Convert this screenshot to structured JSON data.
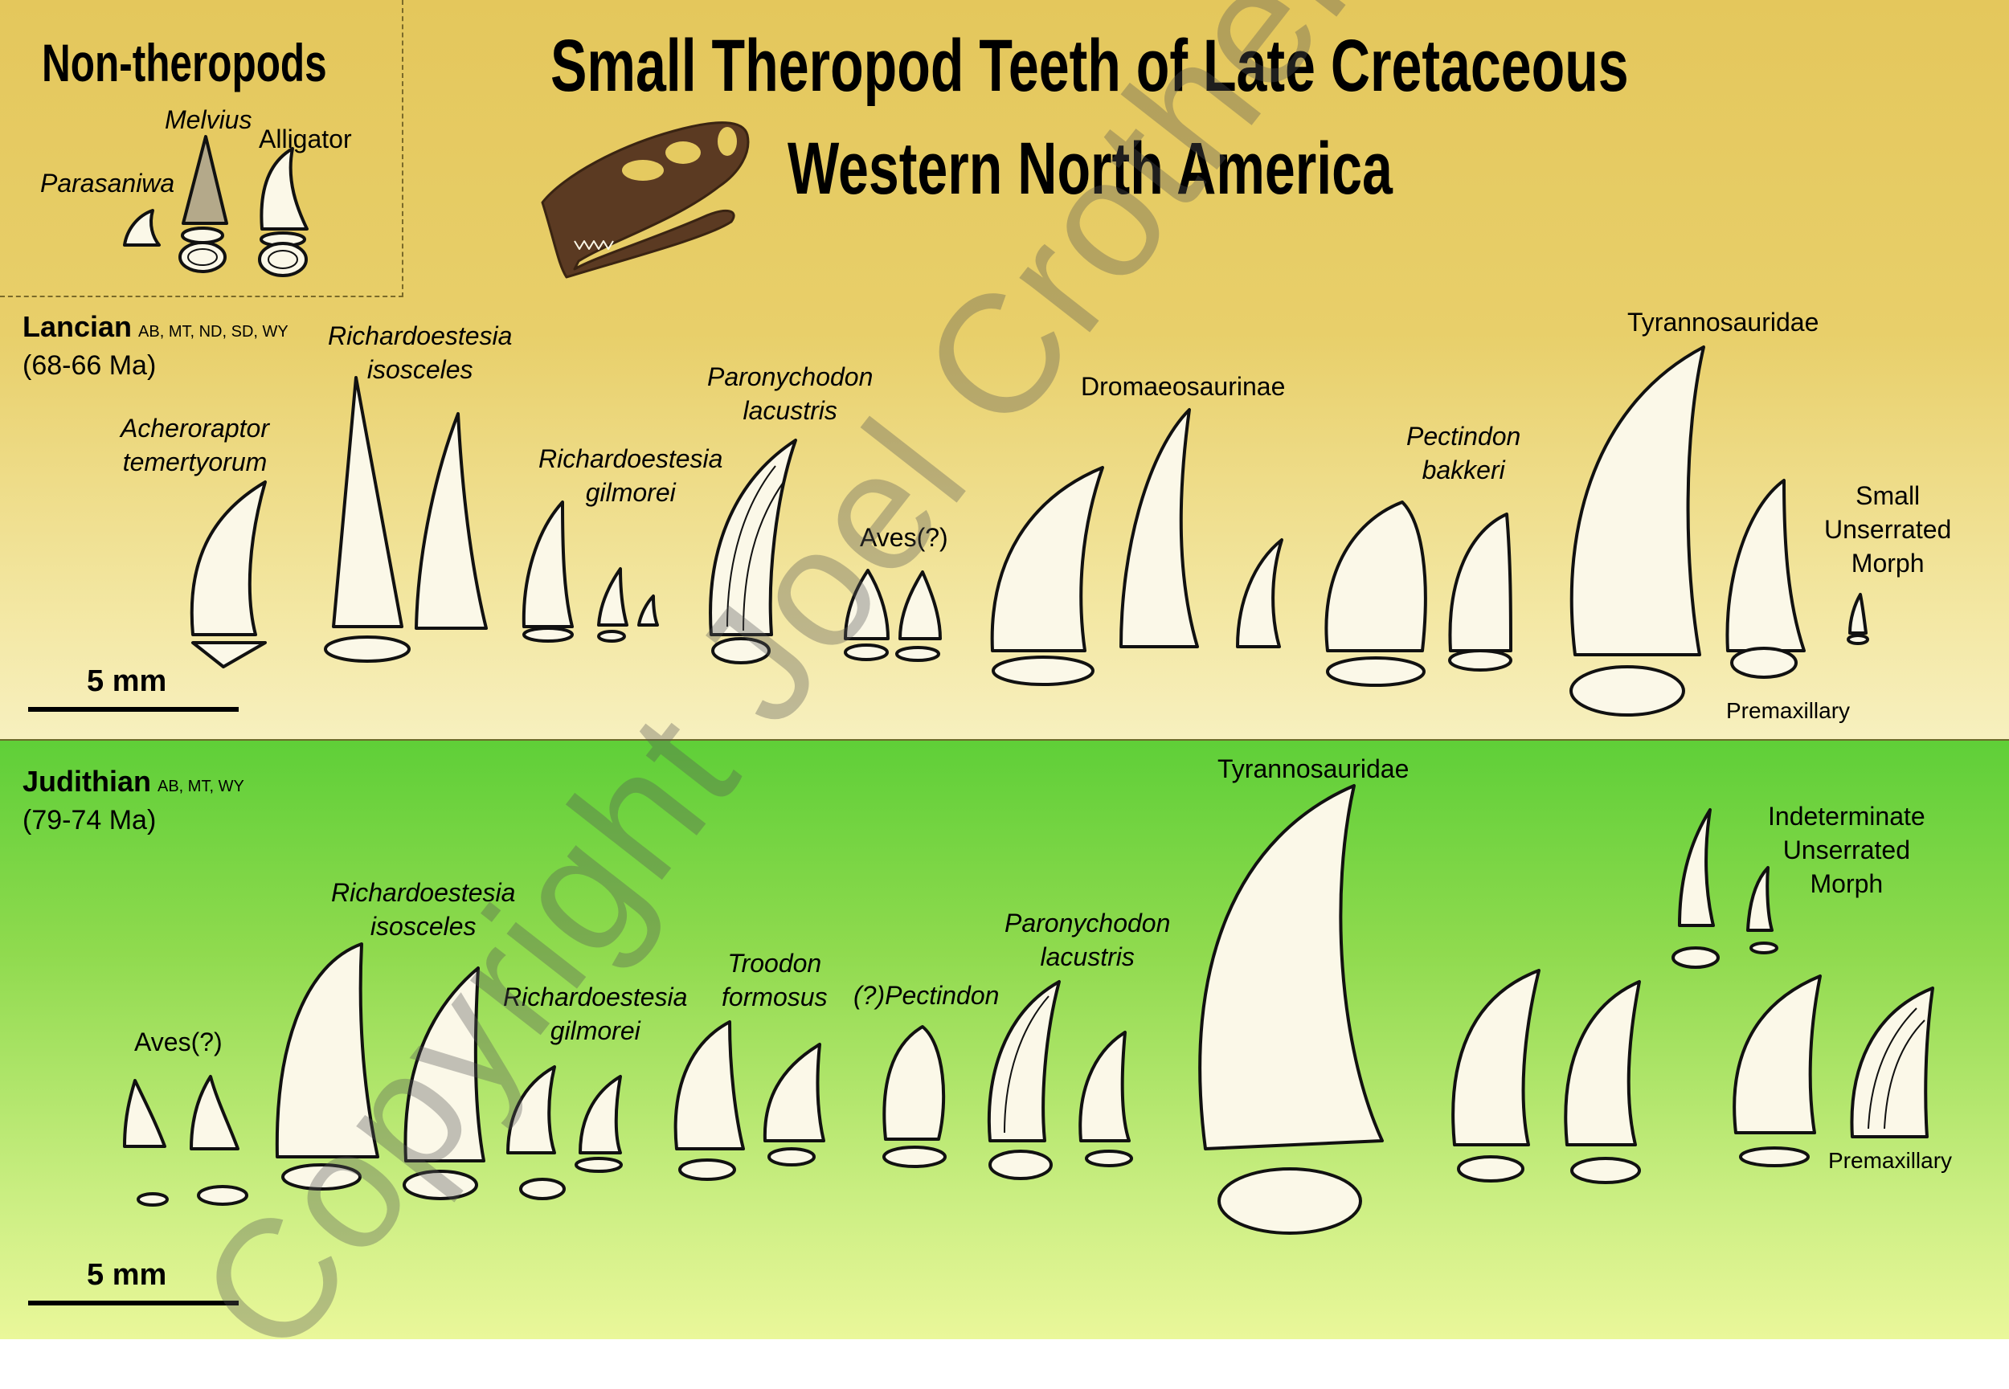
{
  "title": {
    "line1": "Small Theropod Teeth of Late Cretaceous",
    "line2": "Western North America"
  },
  "non_theropods": {
    "heading": "Non-theropods",
    "labels": [
      "Melvius",
      "Alligator",
      "Parasaniwa"
    ]
  },
  "lancian": {
    "name": "Lancian",
    "states": "AB, MT, ND, SD, WY",
    "age": "(68-66 Ma)",
    "scale": "5 mm",
    "labels": {
      "acheroraptor_1": "Acheroraptor",
      "acheroraptor_2": "temertyorum",
      "rich_iso_1": "Richardoestesia",
      "rich_iso_2": "isosceles",
      "rich_gil_1": "Richardoestesia",
      "rich_gil_2": "gilmorei",
      "parony_1": "Paronychodon",
      "parony_2": "lacustris",
      "aves": "Aves(?)",
      "dromaeo": "Dromaeosaurinae",
      "pectindon_1": "Pectindon",
      "pectindon_2": "bakkeri",
      "tyranno": "Tyrannosauridae",
      "small_1": "Small",
      "small_2": "Unserrated",
      "small_3": "Morph",
      "premax": "Premaxillary"
    }
  },
  "judithian": {
    "name": "Judithian",
    "states": "AB, MT, WY",
    "age": "(79-74 Ma)",
    "scale": "5 mm",
    "labels": {
      "tyranno": "Tyrannosauridae",
      "indet_1": "Indeterminate",
      "indet_2": "Unserrated",
      "indet_3": "Morph",
      "rich_iso_1": "Richardoestesia",
      "rich_iso_2": "isosceles",
      "rich_gil_1": "Richardoestesia",
      "rich_gil_2": "gilmorei",
      "troodon_1": "Troodon",
      "troodon_2": "formosus",
      "pectindon": "(?)Pectindon",
      "parony_1": "Paronychodon",
      "parony_2": "lacustris",
      "aves": "Aves(?)",
      "premax": "Premaxillary"
    }
  },
  "watermark": "Copyright Joel Crothers",
  "colors": {
    "top_band": "#e4c75c",
    "bottom_band": "#5fcf38",
    "tooth_fill": "#fbf8e8",
    "skull": "#5b3a22",
    "melvius": "#b4a98a"
  }
}
